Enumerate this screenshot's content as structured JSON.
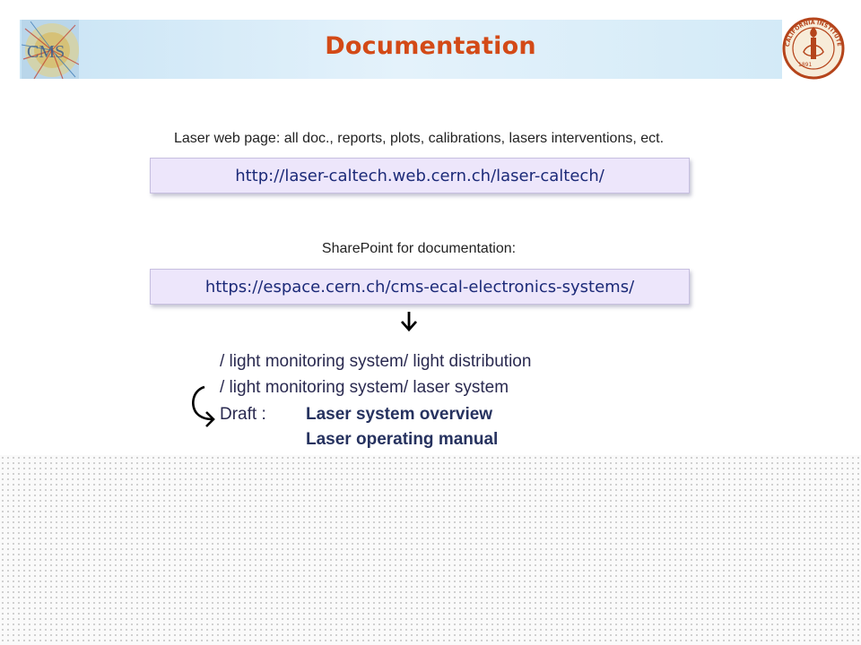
{
  "slide": {
    "title": "Documentation",
    "laser_caption": "Laser web page: all doc., reports, plots, calibrations, lasers interventions, ect.",
    "laser_url": "http://laser-caltech.web.cern.ch/laser-caltech/",
    "sharepoint_caption": "SharePoint for documentation:",
    "sharepoint_url": "https://espace.cern.ch/cms-ecal-electronics-systems/",
    "paths": [
      "/ light monitoring system/ light distribution",
      "/ light monitoring system/ laser system"
    ],
    "draft_label": "Draft :",
    "draft_docs": [
      "Laser system overview",
      "Laser operating manual"
    ],
    "logos": {
      "left": "CMS",
      "right": "CALIFORNIA INSTITUTE OF TECHNOLOGY",
      "right_year": "1891"
    },
    "colors": {
      "title": "#d34a17",
      "link_box": "#ede6fb",
      "link_text": "#1c2a78"
    }
  }
}
